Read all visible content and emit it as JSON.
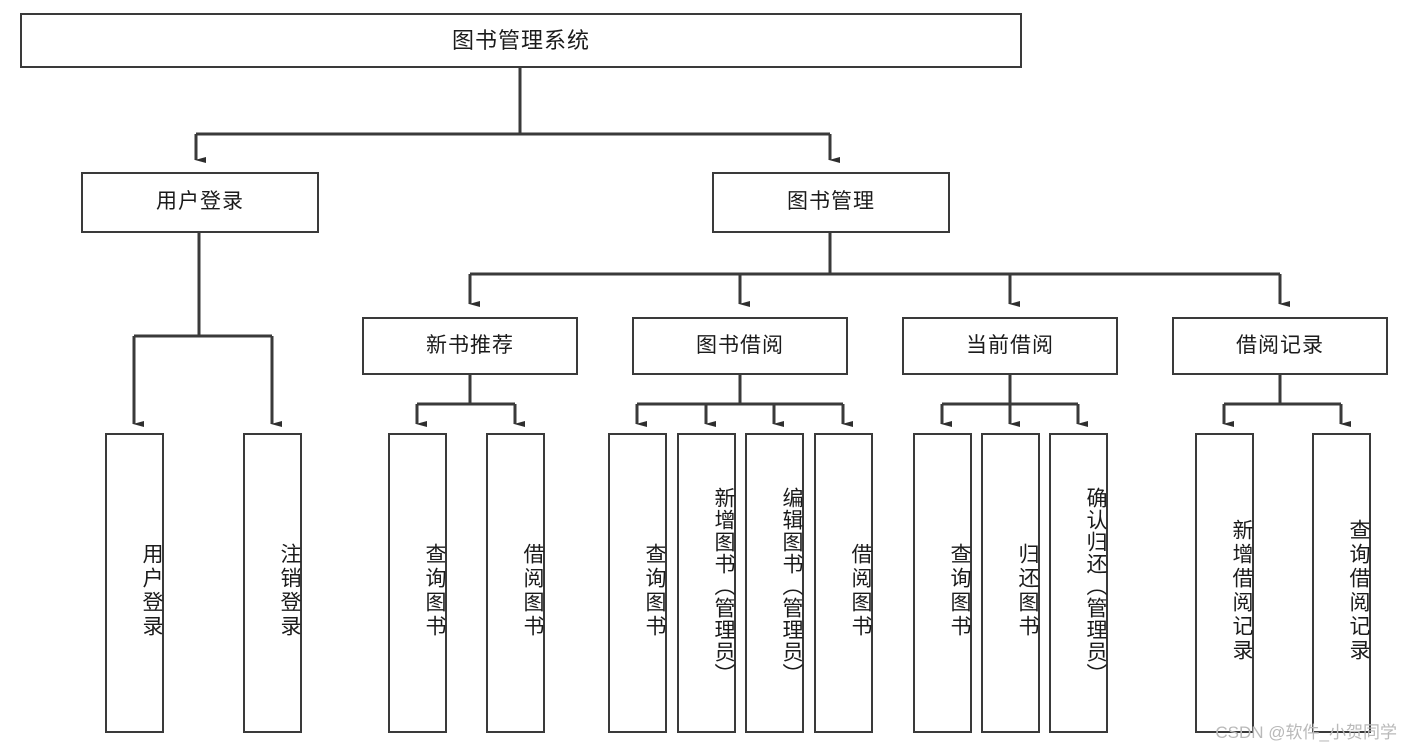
{
  "diagram": {
    "title": "图书管理系统",
    "type": "tree-hierarchy",
    "stroke_color": "#3a3a3a",
    "text_color": "#1b1b1b",
    "background_color": "#ffffff",
    "watermark": "CSDN @软件_小贺同学",
    "nodes": {
      "root": "图书管理系统",
      "level2": {
        "user_login": "用户登录",
        "book_manage": "图书管理"
      },
      "level3": {
        "new_book_recommend": "新书推荐",
        "book_borrow": "图书借阅",
        "current_borrow": "当前借阅",
        "borrow_record": "借阅记录"
      },
      "leaves": {
        "user_login_1": "用户登录",
        "user_login_2": "注销登录",
        "recommend_1": "查询图书",
        "recommend_2": "借阅图书",
        "borrow_1": "查询图书",
        "borrow_2": "新增图书（管理员）",
        "borrow_3": "编辑图书（管理员）",
        "borrow_4": "借阅图书",
        "current_1": "查询图书",
        "current_2": "归还图书",
        "current_3": "确认归还（管理员）",
        "record_1": "新增借阅记录",
        "record_2": "查询借阅记录"
      }
    }
  }
}
